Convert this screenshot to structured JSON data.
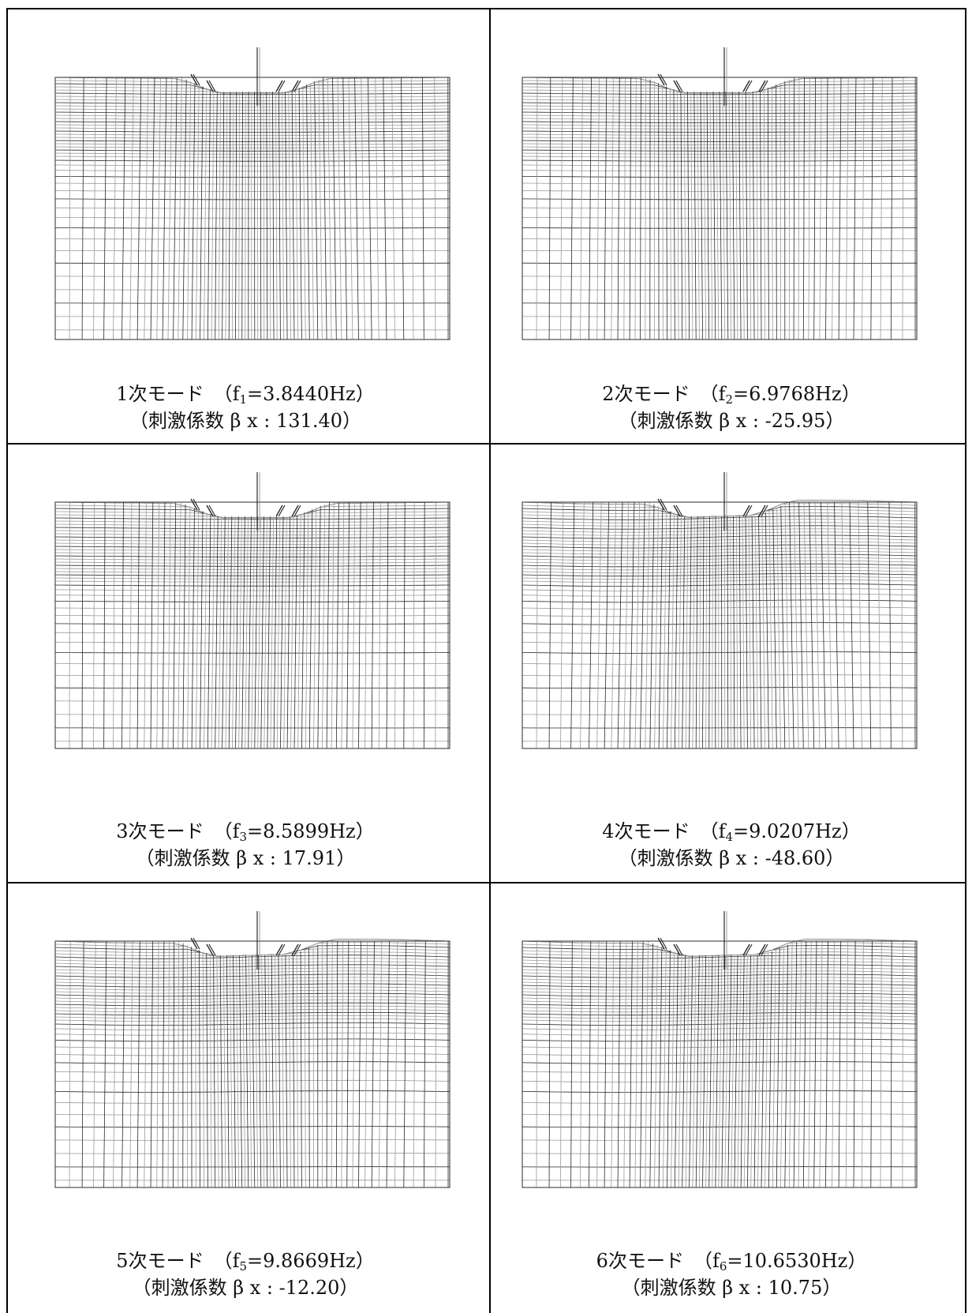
{
  "modes": [
    {
      "order": "1次モード",
      "f_sub": "1",
      "freq": "3.8440Hz",
      "beta": "131.40",
      "pattern": 1
    },
    {
      "order": "2次モード",
      "f_sub": "2",
      "freq": "6.9768Hz",
      "beta": "-25.95",
      "pattern": 2
    },
    {
      "order": "3次モード",
      "f_sub": "3",
      "freq": "8.5899Hz",
      "beta": "17.91",
      "pattern": 3
    },
    {
      "order": "4次モード",
      "f_sub": "4",
      "freq": "9.0207Hz",
      "beta": "-48.60",
      "pattern": 4
    },
    {
      "order": "5次モード",
      "f_sub": "5",
      "freq": "9.8669Hz",
      "beta": "-12.20",
      "pattern": 5
    },
    {
      "order": "6次モード",
      "f_sub": "6",
      "freq": "10.6530Hz",
      "beta": "10.75",
      "pattern": 6
    }
  ],
  "labels": {
    "f_prefix": "（f",
    "eq": "=",
    "close": "）",
    "beta_prefix": "（刺激係数 β x : ",
    "beta_close": "）"
  },
  "colors": {
    "mesh_dark": "#2a2a2a",
    "mesh_light": "#9a9a9a",
    "border": "#000000"
  }
}
